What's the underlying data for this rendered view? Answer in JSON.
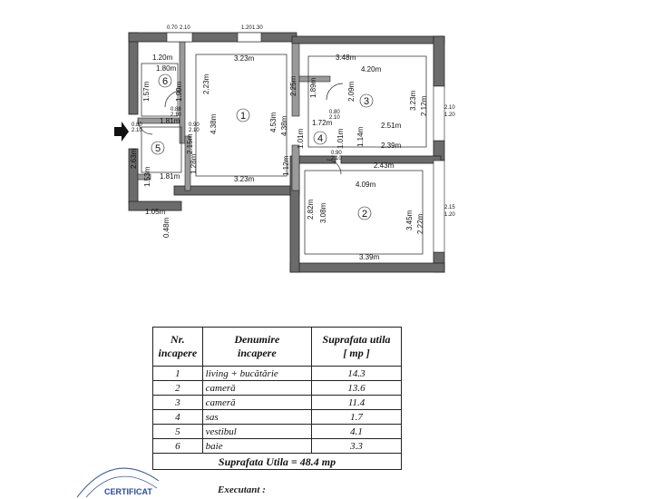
{
  "plan": {
    "rooms": [
      {
        "num": "1"
      },
      {
        "num": "2"
      },
      {
        "num": "3"
      },
      {
        "num": "4"
      },
      {
        "num": "5"
      },
      {
        "num": "6"
      }
    ],
    "dims": {
      "top_l1": "0.70",
      "top_l2": "2.10",
      "top_m1": "1.20",
      "top_m2": "1.30",
      "r6_w": "1.20m",
      "r6_w2": "1.80m",
      "r6_h1": "1.57m",
      "r6_h2": "1.99m",
      "r6_door": "0.88",
      "r6_door2": "2.10",
      "r6_door3": "0.90",
      "r6_door4": "2.10",
      "r5_w": "1.81m",
      "r5_w2": "1.81m",
      "r5_h1": "2.63m",
      "r5_h2": "1.53m",
      "r5_h3": "2.15m",
      "entry1": "0.80",
      "entry2": "2.10",
      "bottom_l": "1.05m",
      "bottom_l2": "0.48m",
      "r1_top": "3.23m",
      "r1_bot": "3.23m",
      "r1_h1": "4.38m",
      "r1_h2": "2.23m",
      "r1_h3": "4.53m",
      "r1_h4": "4.38m",
      "r1_h5": "2.25m",
      "r1_h6": "1.28m",
      "r1_h7": "1.12m",
      "r4_w": "1.72m",
      "r4_h": "1.01m",
      "r4_h2": "1.01m",
      "r4_h3": "1.14m",
      "r4_door1": "0.80",
      "r4_door2": "2.10",
      "r4_door3": "0.90",
      "r4_door4": "2.10",
      "r3_top": "3.48m",
      "r3_top2": "4.20m",
      "r3_w1": "2.51m",
      "r3_w2": "2.39m",
      "r3_h1": "1.89m",
      "r3_h2": "2.09m",
      "r3_h3": "3.23m",
      "r3_h4": "2.12m",
      "r3_win1": "2.10",
      "r3_win2": "1.20",
      "r2_top": "2.43m",
      "r2_top2": "4.09m",
      "r2_bot": "3.39m",
      "r2_h1": "2.82m",
      "r2_h2": "3.08m",
      "r2_h3": "3.45m",
      "r2_h4": "2.22m",
      "r2_win1": "2.15",
      "r2_win2": "1.20"
    }
  },
  "table": {
    "headers": {
      "nr_line1": "Nr.",
      "nr_line2": "incapere",
      "name_line1": "Denumire",
      "name_line2": "incapere",
      "area_line1": "Suprafata utila",
      "area_line2": "[ mp ]"
    },
    "rows": [
      {
        "nr": "1",
        "name": "living + bucătărie",
        "area": "14.3"
      },
      {
        "nr": "2",
        "name": "cameră",
        "area": "13.6"
      },
      {
        "nr": "3",
        "name": "cameră",
        "area": "11.4"
      },
      {
        "nr": "4",
        "name": "sas",
        "area": "1.7"
      },
      {
        "nr": "5",
        "name": "vestibul",
        "area": "4.1"
      },
      {
        "nr": "6",
        "name": "baie",
        "area": "3.3"
      }
    ],
    "total": "Suprafata Utila = 48.4 mp"
  },
  "footer": {
    "executant": "Executant :",
    "stamp_text": "CERTIFICAT"
  }
}
